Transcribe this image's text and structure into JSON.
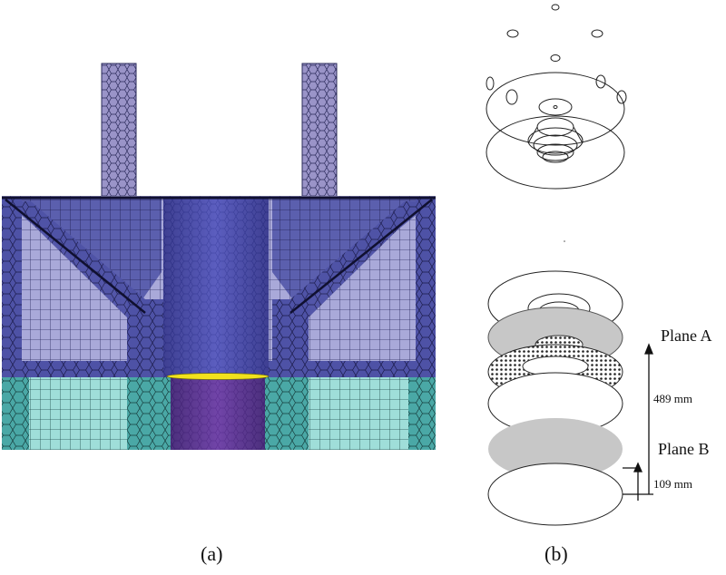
{
  "figure": {
    "panel_a": {
      "caption": "(a)"
    },
    "panel_b": {
      "caption": "(b)",
      "plane_a_label": "Plane A",
      "plane_b_label": "Plane B",
      "dimension_top": "489 mm",
      "dimension_bottom": "109 mm"
    }
  },
  "colors": {
    "mesh_line": "#1e1e50",
    "chamber_blue": "#5b5fae",
    "chamber_light": "#a9a9d9",
    "center_column": "#3b3ea0",
    "tube": "#9a94c8",
    "lower_cyan": "#54b8b4",
    "lower_light": "#a9e2de",
    "lower_cylinder": "#5a2d8c",
    "yellow_ring": "#f2e21d",
    "plane_fill": "#c7c7c7"
  }
}
